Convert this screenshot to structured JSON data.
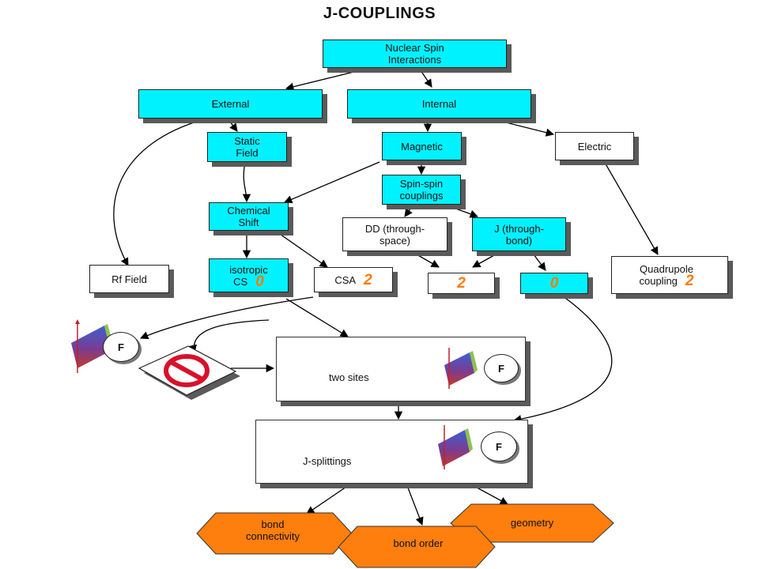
{
  "title": "J-COUPLINGS",
  "colors": {
    "cyan": "#00f2ff",
    "orange": "#ff7f0e",
    "number": "#ff7a00",
    "shadow": "#5a5a5a"
  },
  "nodes": {
    "nuclear_spin": [
      "Nuclear Spin",
      "Interactions"
    ],
    "external": "External",
    "internal": "Internal",
    "static_field": [
      "Static",
      "Field"
    ],
    "magnetic": "Magnetic",
    "electric": "Electric",
    "spin_spin": [
      "Spin-spin",
      "couplings"
    ],
    "chemical_shift": [
      "Chemical",
      "Shift"
    ],
    "dd": [
      "DD (through-",
      "space)"
    ],
    "j_bond": [
      "J (through-",
      "bond)"
    ],
    "rf_field": "Rf Field",
    "isotropic": [
      "isotropic",
      "CS"
    ],
    "isotropic_rank": "0",
    "csa": "CSA",
    "csa_rank": "2",
    "dd_rank": "2",
    "j_rank": "0",
    "quadrupole": [
      "Quadrupole",
      "coupling"
    ],
    "quadrupole_rank": "2"
  },
  "panels": {
    "two_sites": "two sites",
    "j_splittings": "J-splittings",
    "rotor_label": "F"
  },
  "outcomes": {
    "bond_connectivity": [
      "bond",
      "connectivity"
    ],
    "bond_order": "bond order",
    "geometry": "geometry"
  },
  "icons": {
    "prohibited": "no-entry-icon",
    "rotor": "sample-rotor-icon"
  }
}
